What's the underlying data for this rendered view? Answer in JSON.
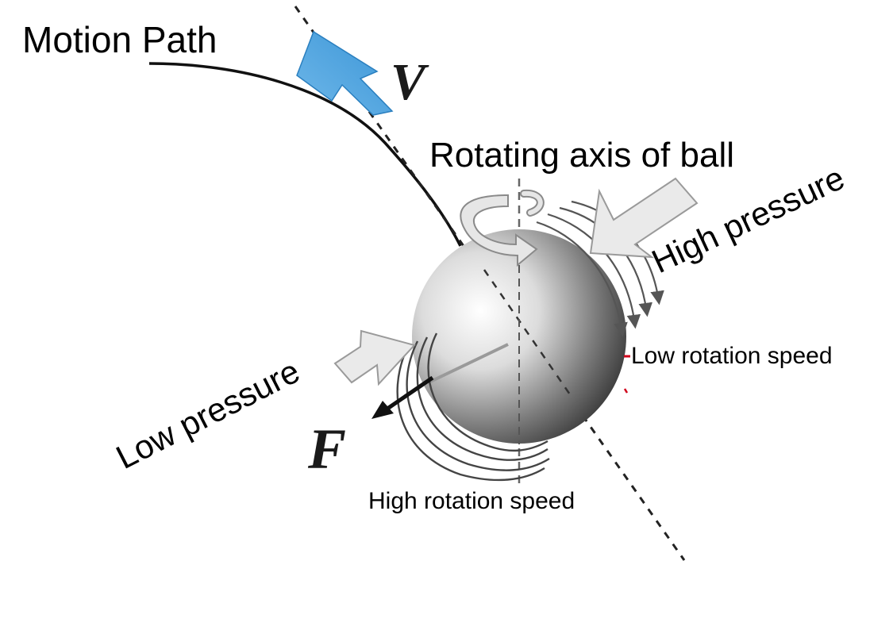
{
  "labels": {
    "motion_path": "Motion Path",
    "rotating_axis": "Rotating axis of ball",
    "high_pressure": "High pressure",
    "low_pressure": "Low pressure",
    "low_rotation_speed": "Low rotation speed",
    "high_rotation_speed": "High rotation speed"
  },
  "symbols": {
    "velocity": "V",
    "force": "F"
  },
  "colors": {
    "velocity_arrow": "#4aa3df",
    "velocity_arrow_outline": "#2a7fbf",
    "pressure_arrow_fill": "#eaeaea",
    "pressure_arrow_outline": "#9a9a9a",
    "ink": "#111111",
    "marker": "#d0021b"
  },
  "icons": {
    "rotation": "curved-rotation-arrow-icon",
    "velocity": "velocity-arrow-icon",
    "force": "force-arrow-icon"
  }
}
